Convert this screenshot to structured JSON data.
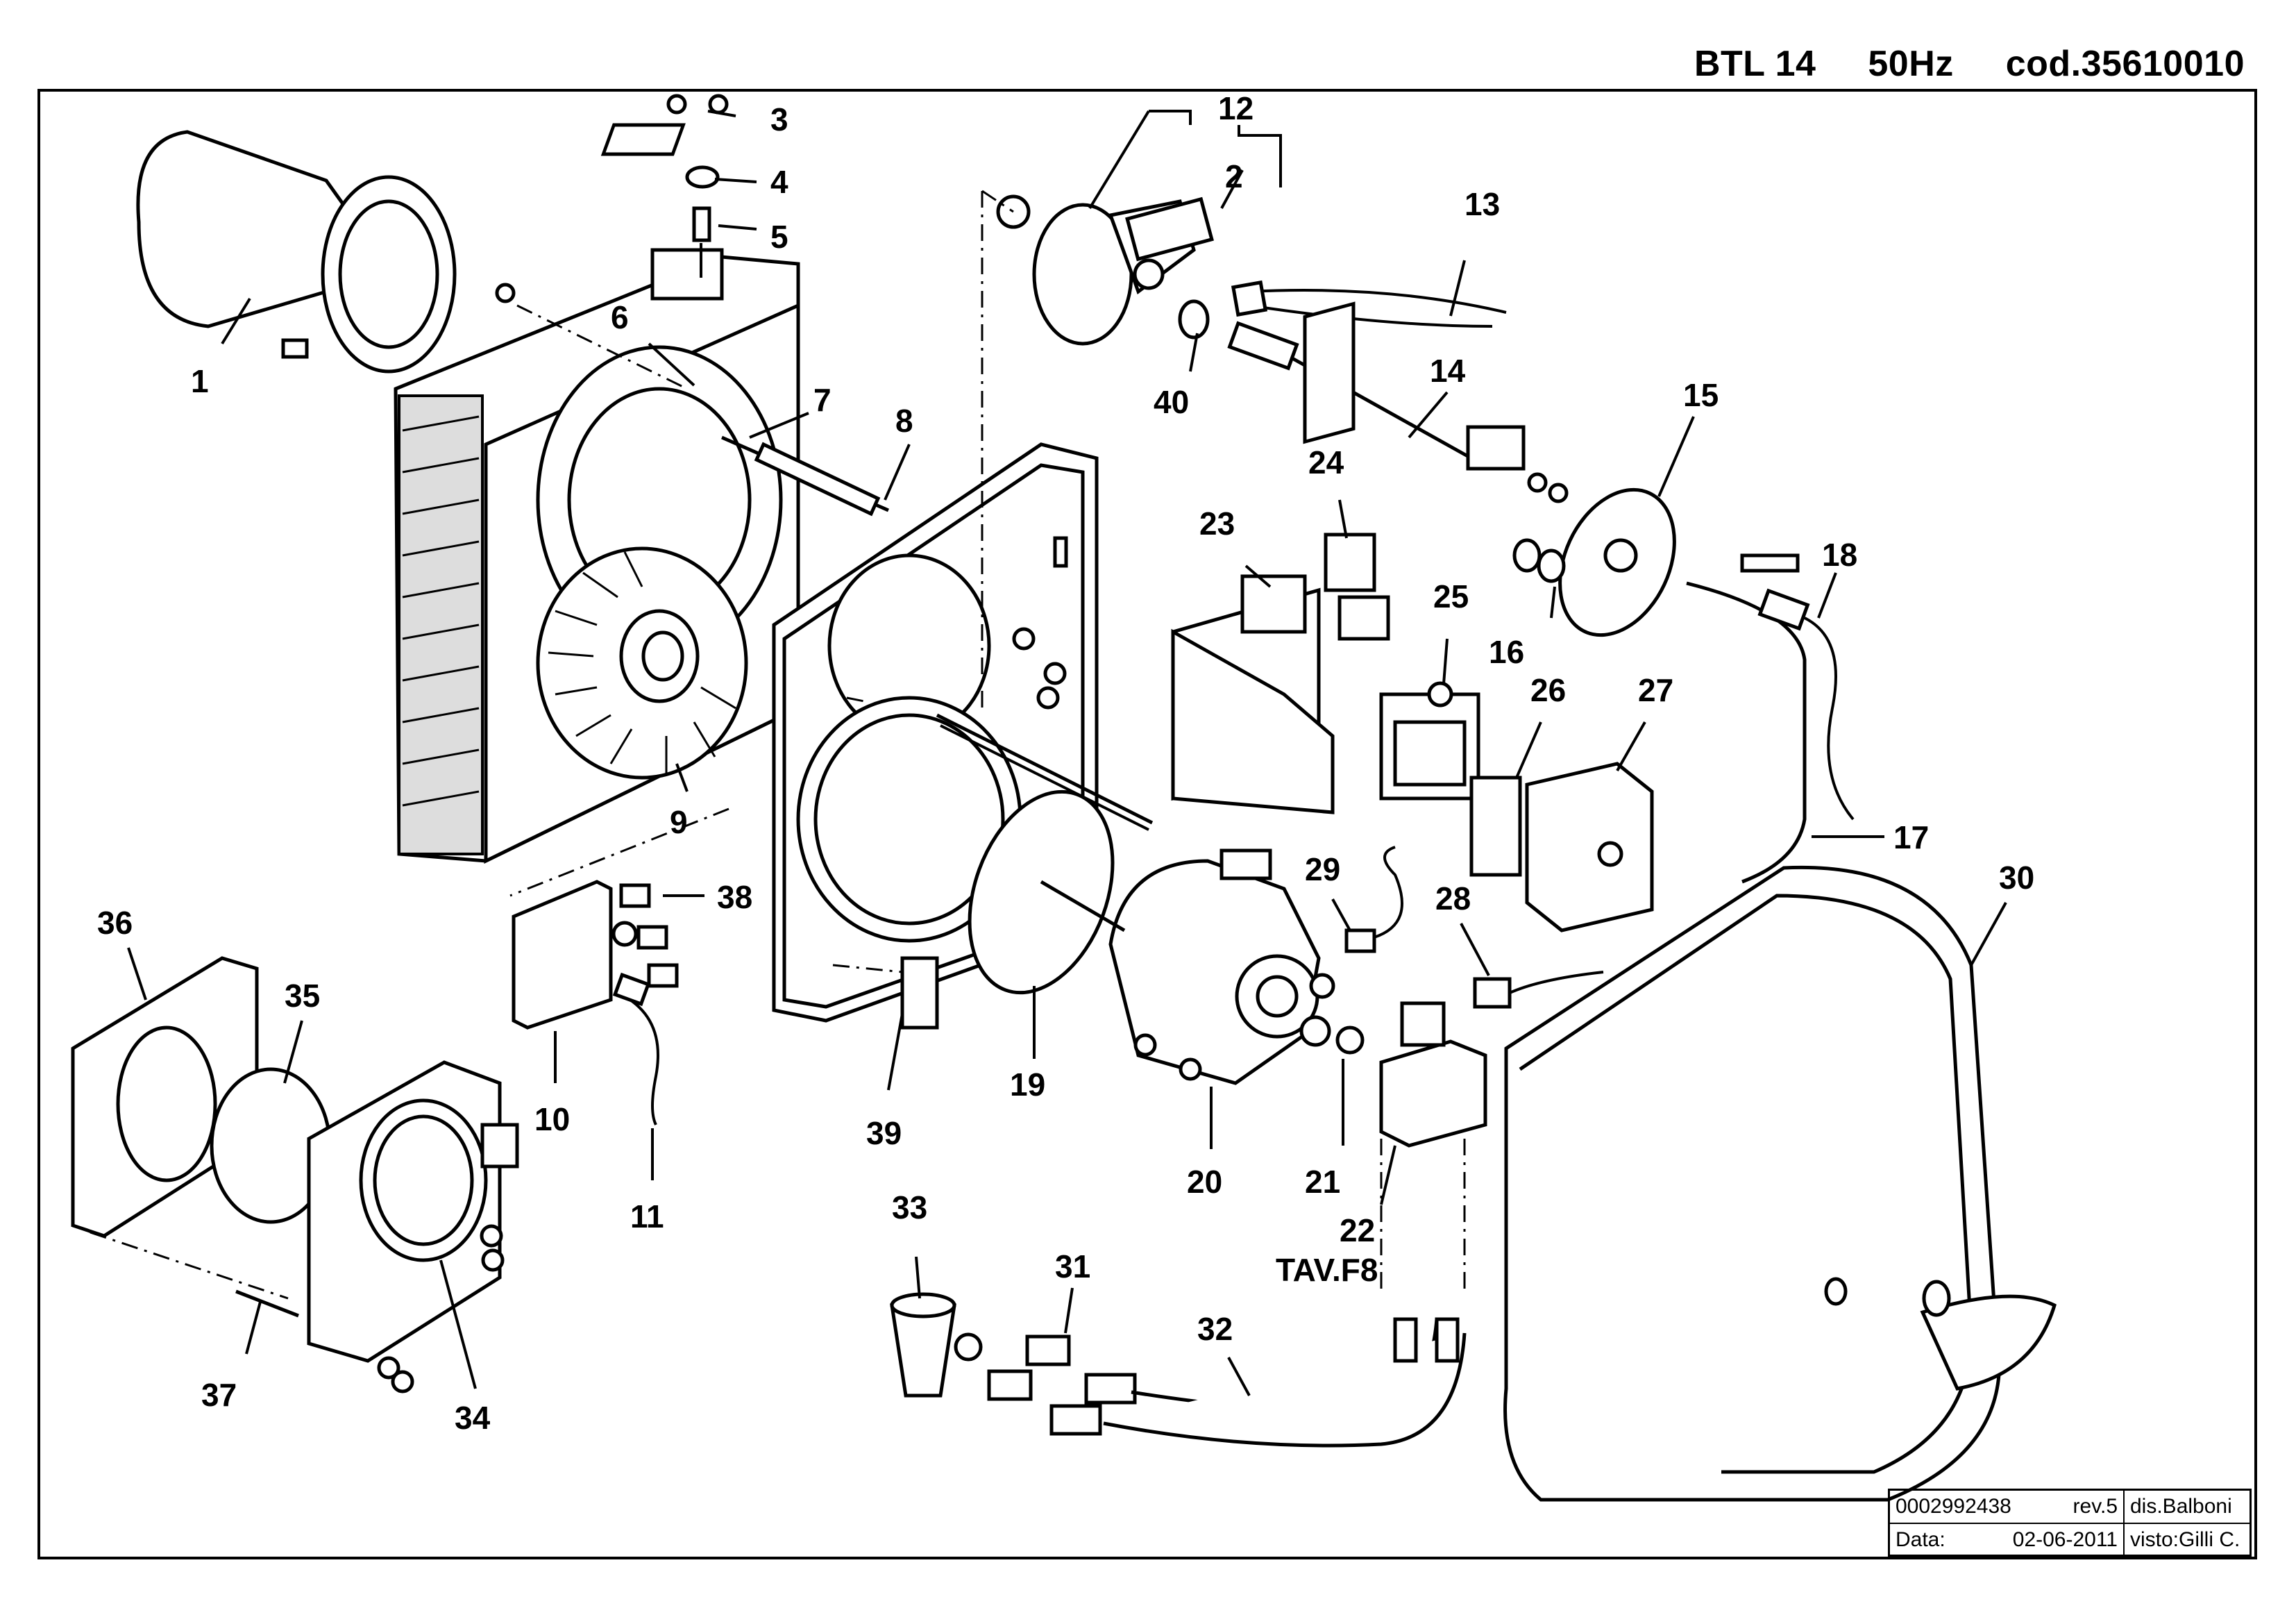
{
  "header": {
    "model": "BTL 14",
    "frequency": "50Hz",
    "code": "cod.35610010"
  },
  "callouts": {
    "n1": "1",
    "n2": "2",
    "n3": "3",
    "n4": "4",
    "n5": "5",
    "n6": "6",
    "n7": "7",
    "n8": "8",
    "n9": "9",
    "n10": "10",
    "n11": "11",
    "n12": "12",
    "n13": "13",
    "n14": "14",
    "n15": "15",
    "n16": "16",
    "n17": "17",
    "n18": "18",
    "n19": "19",
    "n20": "20",
    "n21": "21",
    "n22": "22",
    "n23": "23",
    "n24": "24",
    "n25": "25",
    "n26": "26",
    "n27": "27",
    "n28": "28",
    "n29": "29",
    "n30": "30",
    "n31": "31",
    "n32": "32",
    "n33": "33",
    "n34": "34",
    "n35": "35",
    "n36": "36",
    "n37": "37",
    "n38": "38",
    "n39": "39",
    "n40": "40",
    "tav": "TAV.F8"
  },
  "title_block": {
    "doc_number": "0002992438",
    "revision": "rev.5",
    "drawn_by": "dis.Balboni",
    "date_label": "Data:",
    "date": "02-06-2011",
    "checked_by": "visto:Gilli C."
  }
}
